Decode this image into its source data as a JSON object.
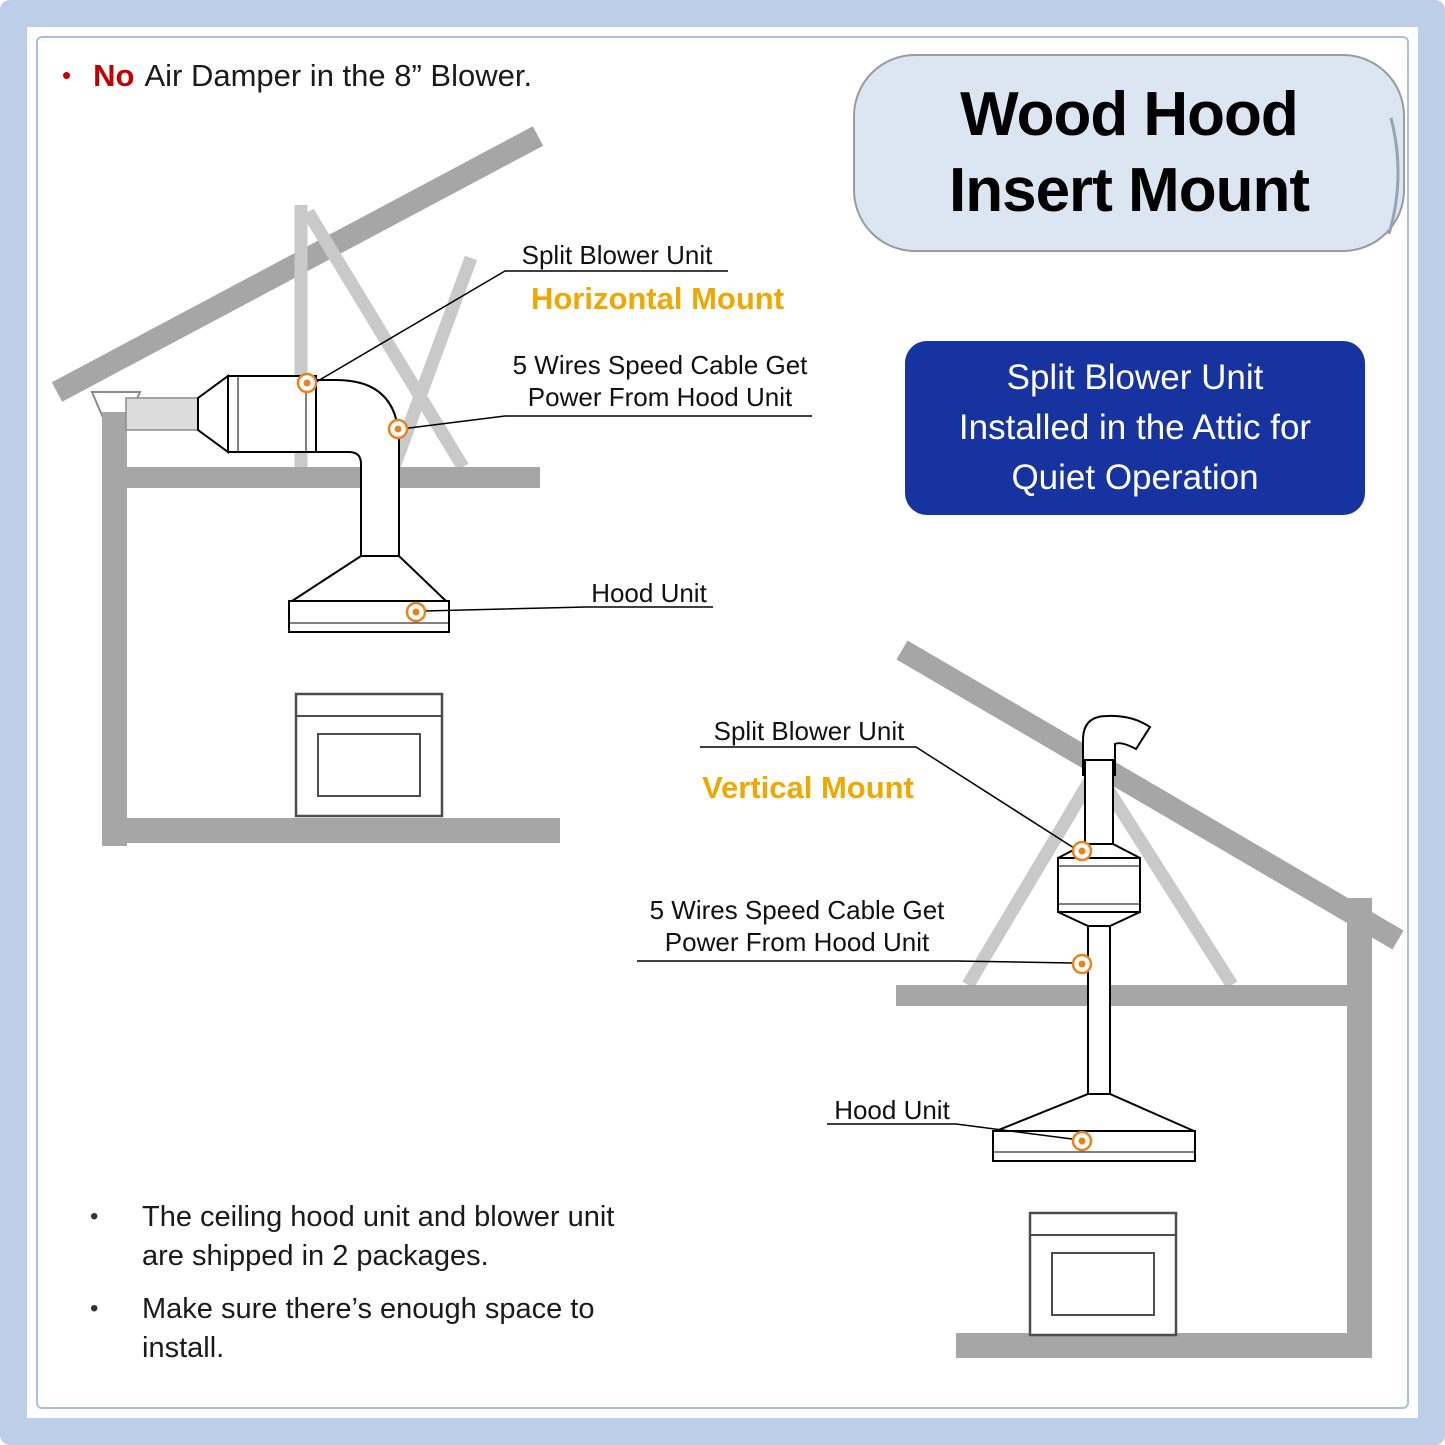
{
  "colors": {
    "frame_blue": "#BDCFE8",
    "note_red": "#C00000",
    "mount_accent_orange": "#EFA800",
    "marker_orange": "#E8821E",
    "info_box_blue": "#17339F",
    "house_gray": "#A6A6A6"
  },
  "top_note": {
    "bullet": "•",
    "emphasis": "No",
    "text": "Air Damper in the 8” Blower."
  },
  "title": {
    "line1": "Wood Hood",
    "line2": "Insert Mount"
  },
  "info_box": {
    "line1": "Split Blower Unit",
    "line2": "Installed in the Attic for",
    "line3": "Quiet Operation"
  },
  "diagram_horizontal": {
    "blower_label": "Split Blower Unit",
    "mount_label": "Horizontal Mount",
    "cable_label_line1": "5 Wires Speed Cable Get",
    "cable_label_line2": "Power From Hood Unit",
    "hood_label": "Hood Unit"
  },
  "diagram_vertical": {
    "blower_label": "Split Blower Unit",
    "mount_label": "Vertical Mount",
    "cable_label_line1": "5 Wires Speed Cable Get",
    "cable_label_line2": "Power From Hood Unit",
    "hood_label": "Hood Unit"
  },
  "bottom_notes": {
    "bullet": "•",
    "items": [
      "The ceiling hood unit and blower unit are shipped in 2 packages.",
      "Make sure there’s enough space to install."
    ]
  }
}
